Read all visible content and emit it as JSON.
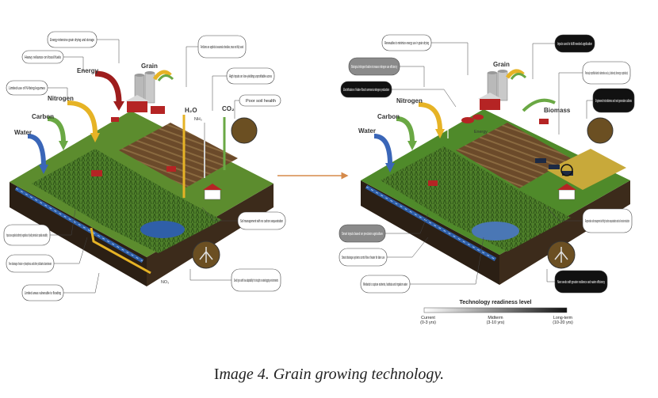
{
  "caption": {
    "lead": "I",
    "rest": "mage 4.  Grain growing technology."
  },
  "left_panel": {
    "resources": {
      "grain": "Grain",
      "energy": "Energy",
      "nitrogen": "Nitrogen",
      "carbon": "Carbon",
      "water": "Water",
      "h2o": "H₂O",
      "nh3": "NH₃",
      "co2": "CO₂",
      "no3": "NO₃"
    },
    "callouts": [
      "Energy-intensive grain drying and storage",
      "Heavy reliance on fossil fuels",
      "Limited use of N-fixing legumes",
      "Fertilizers are applied at seasonal schedules, mass not fully used",
      "High inputs on low-yielding unprofitable acres",
      "Poor soil health",
      "Inputs are applied uniformly regardless of yield potential or spatial variability",
      "Free drainage of water + phosphorus and other pollutants downstream",
      "Limited areas vulnerable to flooding",
      "Soil management with no carbon sequestration",
      "Seed types with low adaptability for drought or waterlogging environments"
    ]
  },
  "right_panel": {
    "resources": {
      "grain": "Grain",
      "nitrogen": "Nitrogen",
      "carbon": "Carbon",
      "water": "Water",
      "biomass": "Biomass",
      "energy": "Energy"
    },
    "callouts": [
      "Renewables to minimize energy use in grain drying",
      "Biological nitrogen fixation increases nitrogen use efficiency",
      "Electrification of Haber-Bosch ammonia nitrogen production",
      "Inputs used to fulfil needed application",
      "Previously unprofitable lands in alternative use (e.g., biodiversity, bioenergy or agrivoltaics)",
      "Engineered microbiomes and next generation cultivars",
      "Regenerative soil management with high carbon sequestration and soil erosion reduction",
      "Smart inputs based on precision agriculture",
      "Smart drainage systems control flow of water for later use",
      "Wetlands to capture nutrients, habitats and irrigation water",
      "New seeds with greater resilience and water efficiency"
    ],
    "legend": {
      "title": "Technology readiness level",
      "ticks": [
        {
          "label": "Current",
          "sub": "(0-3 yrs)"
        },
        {
          "label": "Midterm",
          "sub": "(3-10 yrs)"
        },
        {
          "label": "Long-term",
          "sub": "(10-20 yrs)"
        }
      ]
    }
  },
  "colors": {
    "soil": "#3a2a1c",
    "grass": "#5c8c2e",
    "crop": "#3f6b22",
    "water": "#2f5fa8",
    "nitrogen": "#e6b325",
    "carbon": "#6aa844",
    "energy": "#9e1d1d",
    "arrow": "#d58a4a"
  }
}
